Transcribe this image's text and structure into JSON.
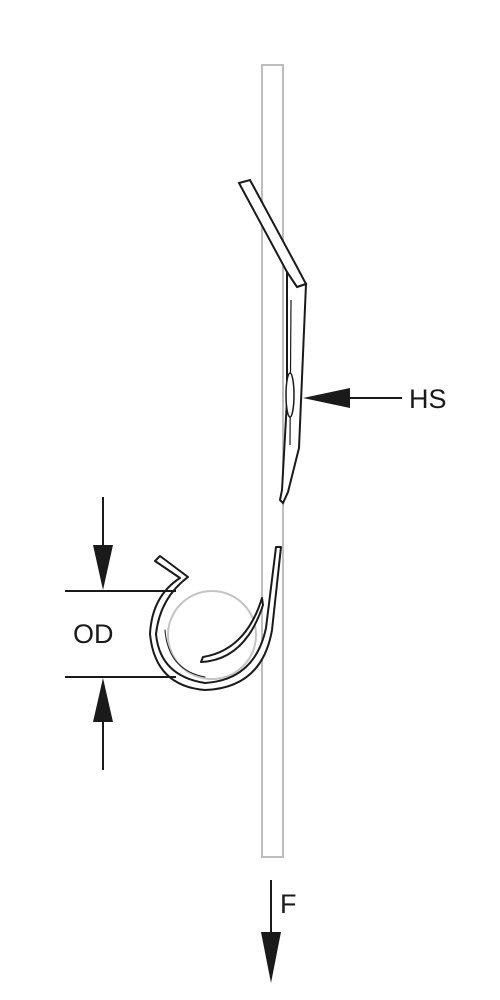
{
  "labels": {
    "hs": "HS",
    "od": "OD",
    "f": "F"
  },
  "colors": {
    "ink": "#1a1a1a",
    "plate_outline": "#bdbdbd",
    "pipe_outline": "#c4c4c4"
  }
}
